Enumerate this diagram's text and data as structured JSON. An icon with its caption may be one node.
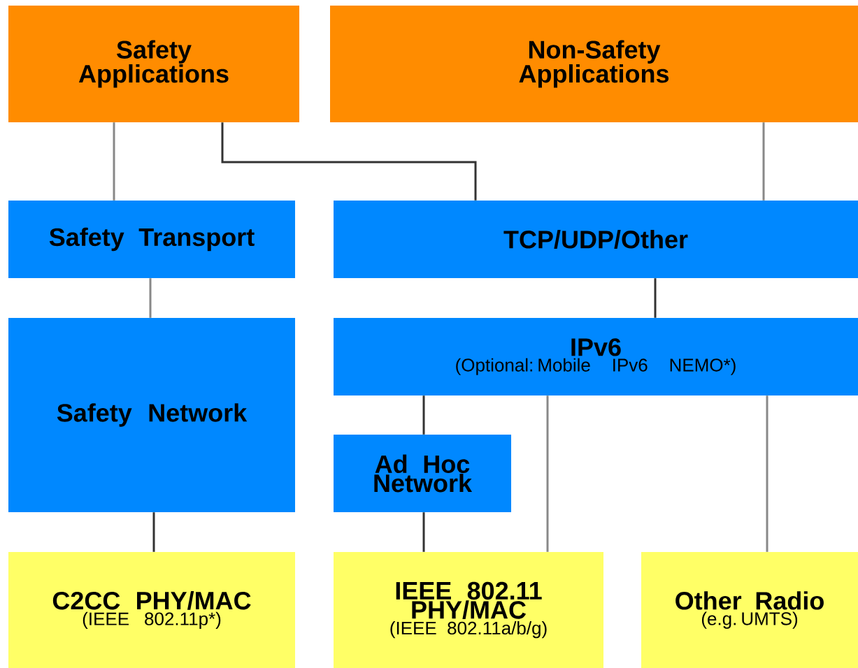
{
  "diagram": {
    "nodes": [
      {
        "text": [
          "Safety Applications"
        ]
      },
      {
        "text": [
          "Non-Safety Applications"
        ]
      },
      {
        "text": [
          "Safety Transport"
        ]
      },
      {
        "text": [
          "TCP/UDP/Other"
        ]
      },
      {
        "text": [
          "Safety Network"
        ]
      },
      {
        "text": [
          "IPv6",
          "(Optional: Mobile IPv6 NEMO*)"
        ]
      },
      {
        "text": [
          "Ad Hoc Network"
        ]
      },
      {
        "text": [
          "C2CC PHY/MAC",
          "(IEEE 802.11p*)"
        ]
      },
      {
        "text": [
          "IEEE 802.11 PHY/MAC",
          "(IEEE 802.11a/b/g)"
        ]
      },
      {
        "text": [
          "Other Radio",
          "(e.g. UMTS)"
        ]
      }
    ],
    "edges": [
      {
        "from": 0,
        "to": 2,
        "arrow": "none"
      },
      {
        "from": 0,
        "to": 3,
        "arrow": "none",
        "color": "#333333"
      },
      {
        "from": 1,
        "to": 3,
        "arrow": "none"
      },
      {
        "from": 2,
        "to": 4,
        "arrow": "none"
      },
      {
        "from": 3,
        "to": 5,
        "arrow": "none",
        "color": "#333333"
      },
      {
        "from": 4,
        "to": 7,
        "arrow": "none",
        "color": "#333333"
      },
      {
        "from": 5,
        "to": 6,
        "arrow": "none",
        "color": "#333333"
      },
      {
        "from": 6,
        "to": 8,
        "arrow": "none",
        "color": "#333333"
      },
      {
        "from": 5,
        "to": 8,
        "arrow": "none"
      },
      {
        "from": 5,
        "to": 9,
        "arrow": "none"
      }
    ]
  }
}
